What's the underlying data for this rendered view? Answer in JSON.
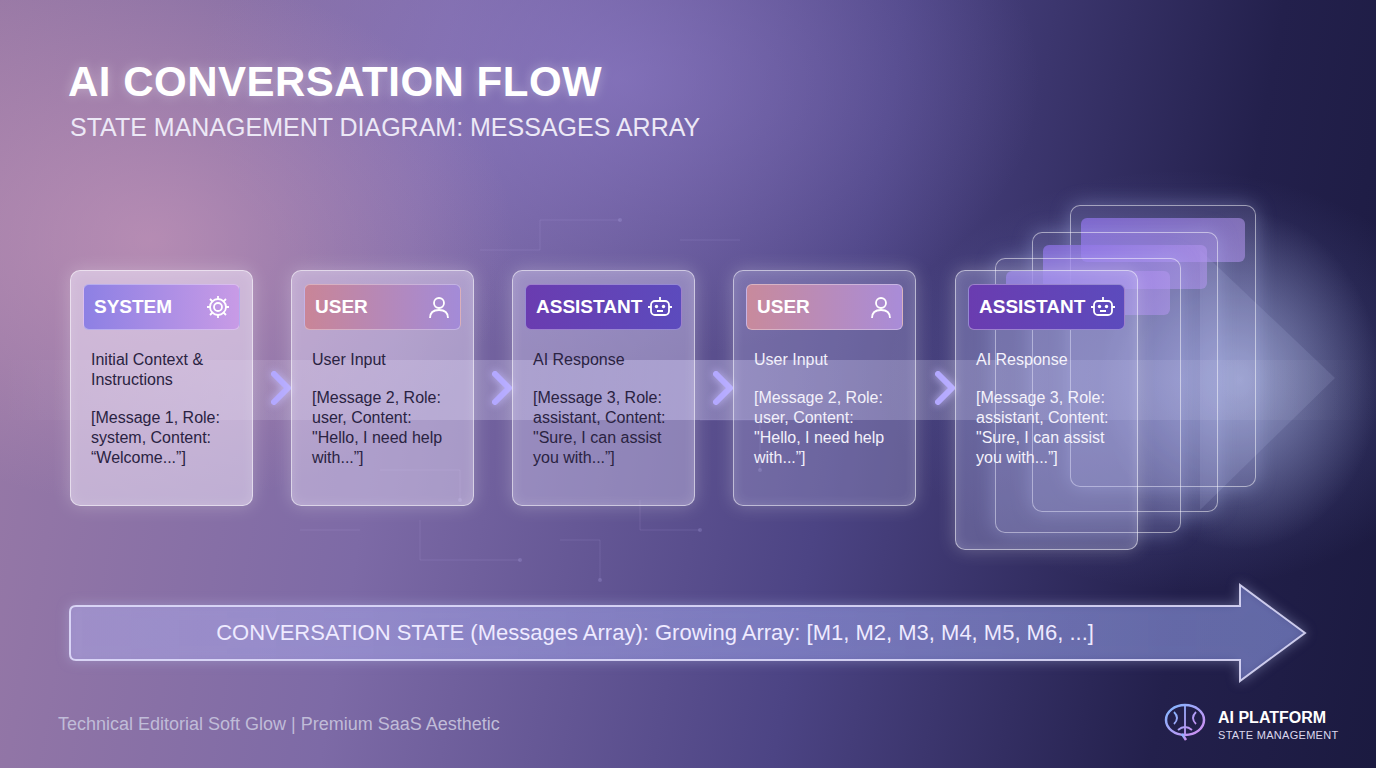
{
  "diagram": {
    "title": "AI CONVERSATION FLOW",
    "caption": "STATE MANAGEMENT DIAGRAM: MESSAGES ARRAY",
    "nodes": [
      {
        "text": [
          "SYSTEM",
          "Initial Context & Instructions",
          "[Message 1, Role: system, Content: “Welcome...”]"
        ]
      },
      {
        "text": [
          "USER",
          "User Input",
          "[Message 2, Role: user, Content: \"Hello, I need help with...”]"
        ]
      },
      {
        "text": [
          "ASSISTANT",
          "AI Response",
          "[Message 3, Role: assistant, Content: \"Sure, I can assist you with...”]"
        ]
      },
      {
        "text": [
          "USER",
          "User Input",
          "[Message 2, Role: user, Content: \"Hello, I need help with...”]"
        ]
      },
      {
        "text": [
          "ASSISTANT",
          "AI Response",
          "[Message 3, Role: assistant, Content: \"Sure, I can assist you with...”]"
        ]
      },
      {
        "text": [
          "CONVERSATION STATE (Messages Array): Growing Array: [M1, M2, M3, M4, M5, M6, ...]"
        ]
      }
    ],
    "edges": [
      {
        "from": 0,
        "to": 1,
        "arrow": "to"
      },
      {
        "from": 1,
        "to": 2,
        "arrow": "to"
      },
      {
        "from": 2,
        "to": 3,
        "arrow": "to"
      },
      {
        "from": 3,
        "to": 4,
        "arrow": "to"
      }
    ],
    "labels": [
      "Technical Editorial Soft Glow | Premium SaaS Aesthetic",
      "AI PLATFORM",
      "STATE MANAGEMENT"
    ]
  }
}
